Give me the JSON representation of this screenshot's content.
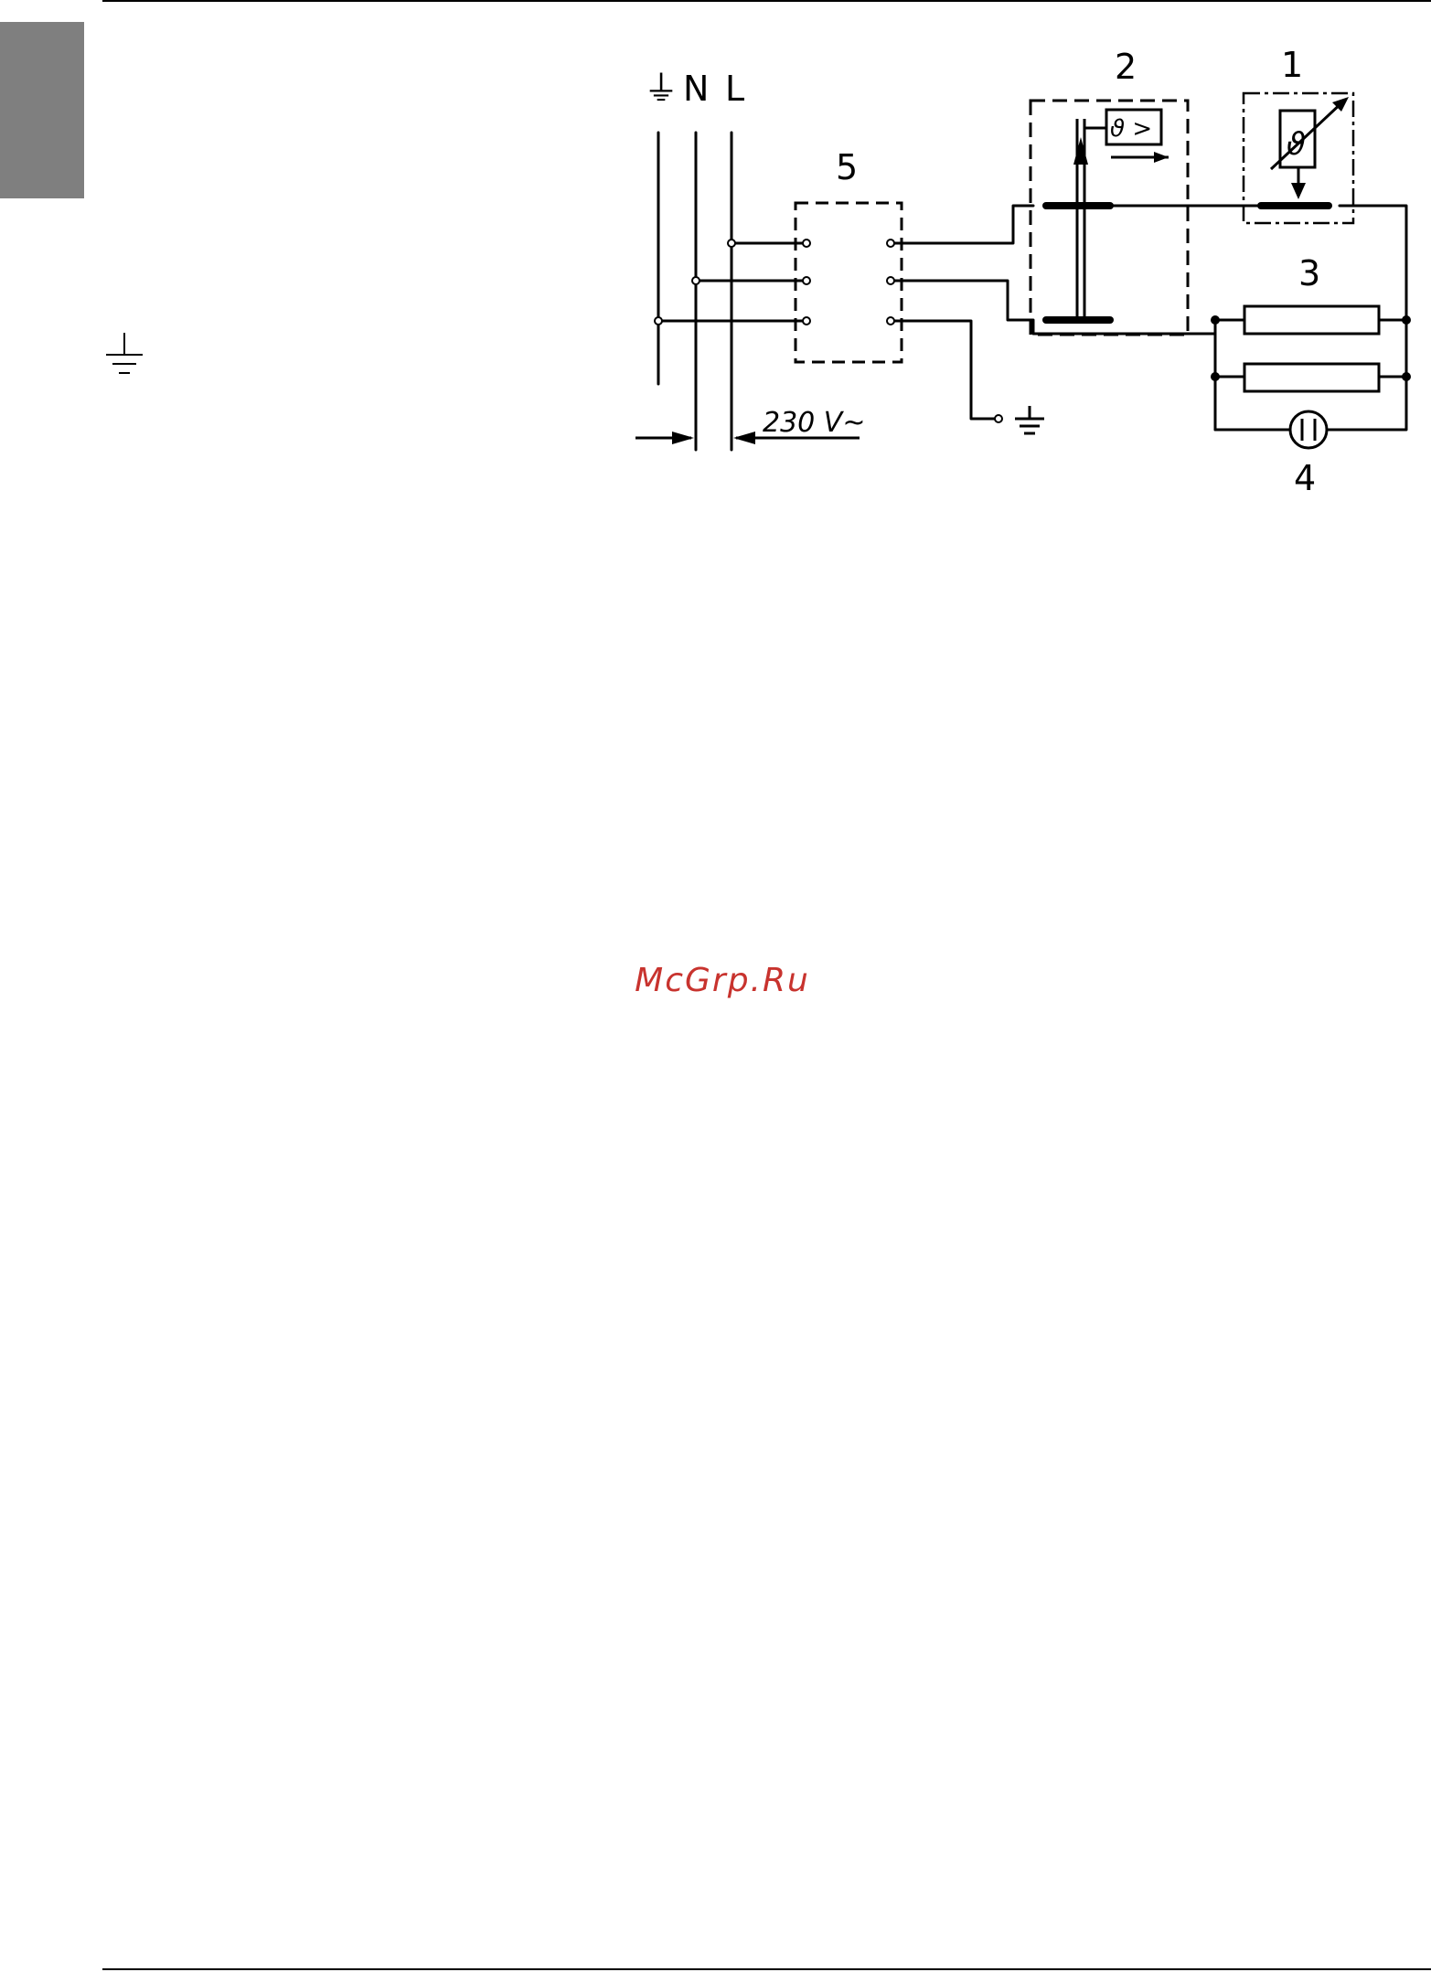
{
  "labels": {
    "earth": "⏚",
    "neutral": "N",
    "line": "L",
    "voltage": "230 V~",
    "component_1": "1",
    "component_2": "2",
    "component_3": "3",
    "component_4": "4",
    "component_5": "5",
    "thermo_symbol": "ϑ",
    "limiter_symbol": "ϑ >"
  },
  "watermark": "McGrp.Ru",
  "colors": {
    "line": "#000000",
    "tab": "#7f7f7f",
    "watermark": "#c8332e"
  },
  "icons": {
    "legend": "ground-icon",
    "earth_terminal": "ground-icon"
  }
}
